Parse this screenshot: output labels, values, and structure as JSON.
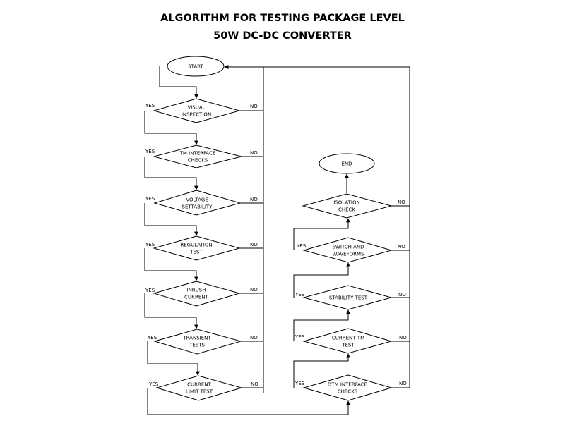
{
  "title_line1": "ALGORITHM FOR TESTING PACKAGE LEVEL",
  "title_line2": "50W DC-DC CONVERTER",
  "yes_label": "YES",
  "no_label": "NO",
  "nodes": {
    "start": [
      "START"
    ],
    "visual_inspection": [
      "VISUAL",
      "INSPECTION"
    ],
    "tm_interface_checks": [
      "TM INTERFACE",
      "CHECKS"
    ],
    "voltage_settability": [
      "VOLTAGE",
      "SETTABILITY"
    ],
    "regulation_test": [
      "REGULATION",
      "TEST"
    ],
    "inrush_current": [
      "INRUSH",
      "CURRENT"
    ],
    "transient_tests": [
      "TRANSIENT",
      "TESTS"
    ],
    "current_limit_test": [
      "CURRENT",
      "LIMIT TEST"
    ],
    "dtm_interface_checks": [
      "DTM INTERFACE",
      "CHECKS"
    ],
    "current_tm_test": [
      "CURRENT TM",
      "TEST"
    ],
    "stability_test": [
      "STABILITY TEST"
    ],
    "switch_and_waveforms": [
      "SWITCH AND",
      "WAVEFORMS"
    ],
    "isolation_check": [
      "ISOLATION",
      "CHECK"
    ],
    "end": [
      "END"
    ]
  }
}
